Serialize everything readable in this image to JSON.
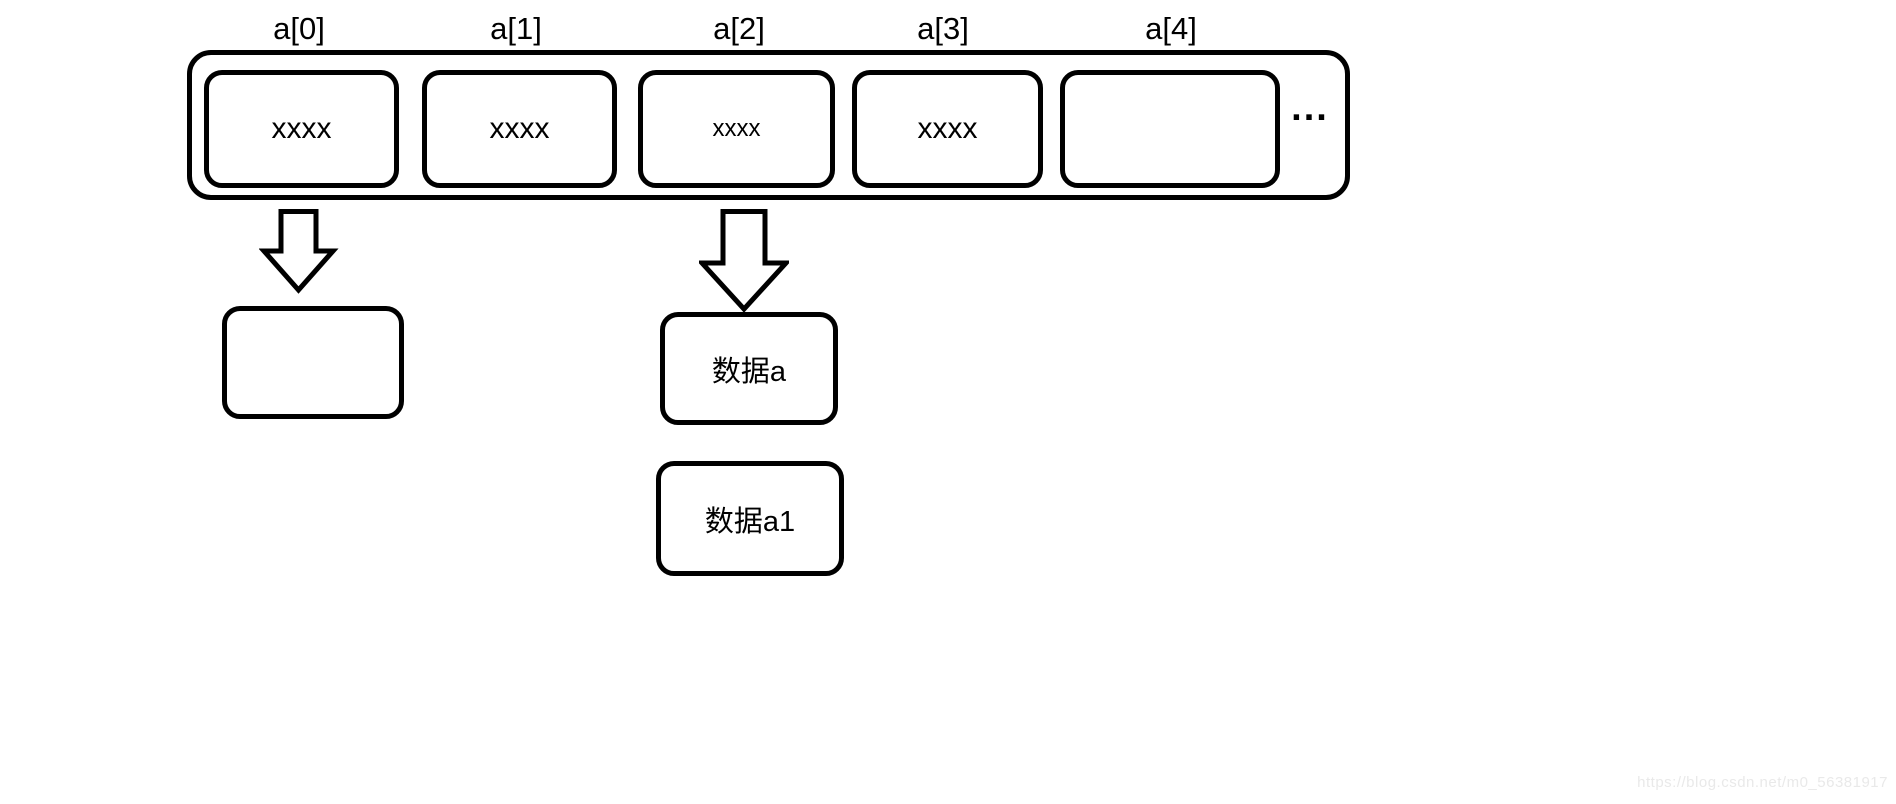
{
  "diagram": {
    "array": {
      "labels": [
        "a[0]",
        "a[1]",
        "a[2]",
        "a[3]",
        "a[4]"
      ],
      "cells": [
        "xxxx",
        "xxxx",
        "xxxx",
        "xxxx",
        ""
      ],
      "ellipsis": "..."
    },
    "nodes": {
      "empty_node": "",
      "data_a": "数据a",
      "data_a1": "数据a1"
    },
    "colors": {
      "stroke": "#000000",
      "background": "#ffffff",
      "watermark_text": "#e9e9e9"
    }
  },
  "watermark": {
    "text": "https://blog.csdn.net/m0_56381917"
  }
}
